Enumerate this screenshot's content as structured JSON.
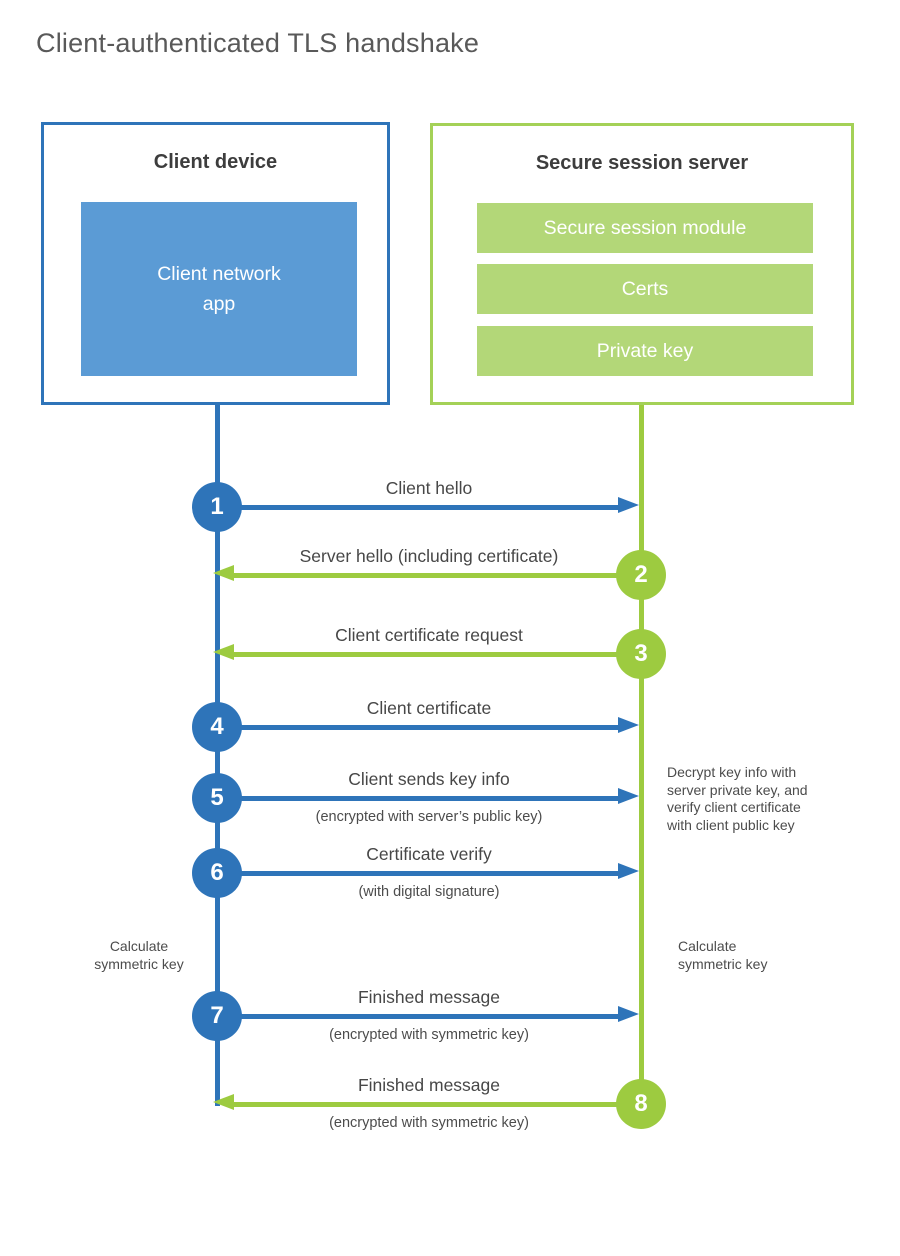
{
  "title": "Client-authenticated TLS handshake",
  "client": {
    "title": "Client device",
    "app": "Client network\napp"
  },
  "server": {
    "title": "Secure session server",
    "modules": [
      "Secure session module",
      "Certs",
      "Private key"
    ]
  },
  "steps": [
    {
      "num": "1",
      "from": "client",
      "label": "Client hello"
    },
    {
      "num": "2",
      "from": "server",
      "label": "Server hello (including certificate)"
    },
    {
      "num": "3",
      "from": "server",
      "label": "Client certificate request"
    },
    {
      "num": "4",
      "from": "client",
      "label": "Client certificate"
    },
    {
      "num": "5",
      "from": "client",
      "label": "Client sends key info",
      "sub": "(encrypted with server’s public key)"
    },
    {
      "num": "6",
      "from": "client",
      "label": "Certificate verify",
      "sub": "(with digital signature)"
    },
    {
      "num": "7",
      "from": "client",
      "label": "Finished message",
      "sub": "(encrypted with symmetric key)"
    },
    {
      "num": "8",
      "from": "server",
      "label": "Finished message",
      "sub": "(encrypted with symmetric key)"
    }
  ],
  "notes": {
    "decrypt": "Decrypt key info with\nserver private key, and\nverify client certificate\nwith client public key",
    "calc_left": "Calculate\nsymmetric key",
    "calc_right": "Calculate\nsymmetric key"
  },
  "colors": {
    "blue": "#2e74b9",
    "blue_fill": "#5b9bd5",
    "green": "#9dcb40",
    "green_fill": "#b3d778",
    "title_text": "#595959",
    "label_text": "#474747"
  }
}
